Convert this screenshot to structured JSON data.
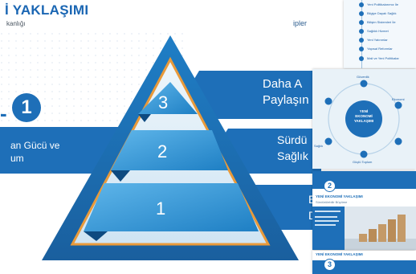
{
  "slide": {
    "title": "İ YAKLAŞIMI",
    "subtitle": "kanlığı",
    "left_number": "-1",
    "left_band_text": [
      "an Gücü ve",
      "um"
    ],
    "right_band_1": [
      "Daha A",
      "Paylaşın"
    ],
    "right_band_2": [
      "Sürdü",
      "Sağlık"
    ],
    "right_band_3": [
      "E",
      "D"
    ],
    "top_right_word": "ipler",
    "pyramid_levels": [
      "3",
      "2",
      "1"
    ]
  },
  "thumbnails": {
    "list_items": [
      "Yeni Politikalarımız İle",
      "Bilgiye Dayalı Sağlık",
      "Bilişim Sistemleri İle",
      "Sağlıklı Hizmet",
      "Yeni Yatırımlar",
      "Yapısal Reformlar",
      "Mali ve Yeni Politikalar"
    ],
    "circle_center": [
      "YENİ",
      "EKONOMİ",
      "YAKLAŞIMI"
    ],
    "circle_labels": [
      "Güvenlik",
      "Ekonomi",
      "Sağlık",
      "Güçlü Toplum"
    ],
    "slide2_number": "2",
    "slide2_title": "YENİ EKONOMİ YAKLAŞIMI",
    "slide2_sub": "Sürdürülebilir Büyüme",
    "slide3_number": "3",
    "slide3_title": "YENİ EKONOMİ YAKLAŞIMI"
  },
  "colors": {
    "primary_blue": "#1e6fb8",
    "band_blue": "#2576c0",
    "orange_outline": "#e99a3a",
    "light_bg": "#eaf3fa"
  }
}
